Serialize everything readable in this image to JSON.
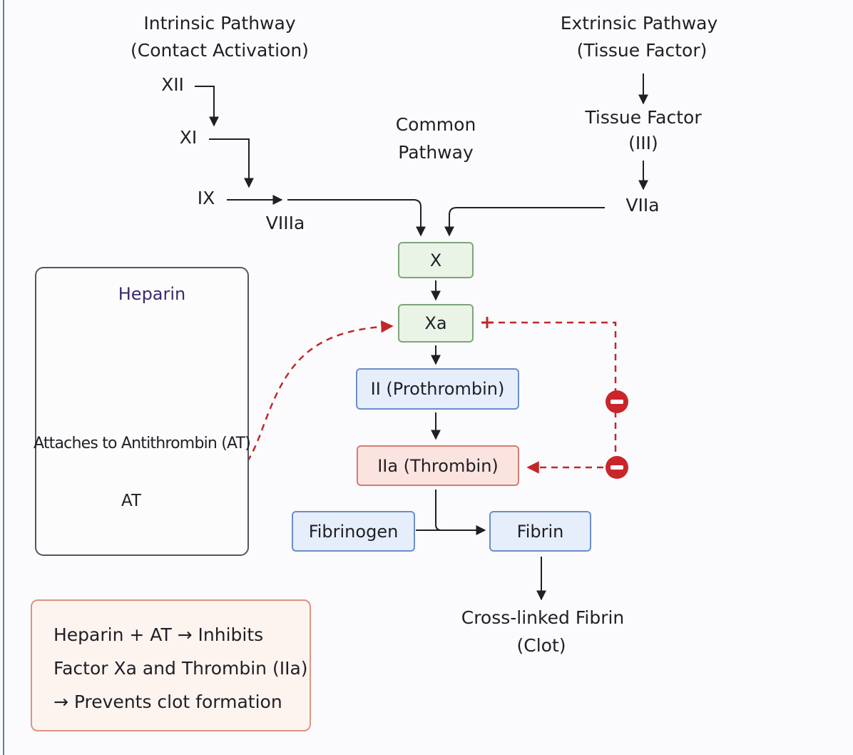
{
  "intrinsic": {
    "title": "Intrinsic Pathway",
    "subtitle": "(Contact Activation)",
    "factors": [
      "XII",
      "XI",
      "IX",
      "VIIIa"
    ]
  },
  "extrinsic": {
    "title": "Extrinsic Pathway",
    "subtitle": "(Tissue Factor)",
    "tissue_factor": "Tissue Factor",
    "tissue_factor_num": "(III)",
    "viia": "VIIa"
  },
  "common": {
    "line1": "Common",
    "line2": "Pathway"
  },
  "cascade": {
    "x": "X",
    "xa": "Xa",
    "prothrombin": "II (Prothrombin)",
    "thrombin": "IIa (Thrombin)",
    "fibrinogen": "Fibrinogen",
    "fibrin": "Fibrin",
    "clot_line1": "Cross-linked Fibrin",
    "clot_line2": "(Clot)"
  },
  "heparin_panel": {
    "title": "Heparin",
    "caption": "Attaches to Antithrombin (AT)",
    "at_label": "AT"
  },
  "summary": {
    "line1": "Heparin + AT → Inhibits",
    "line2": "Factor Xa and Thrombin (IIa)",
    "line3": "→ Prevents clot formation"
  },
  "colors": {
    "inhibit": "#c22727",
    "green_box": "#e9f3e6",
    "blue_box": "#e6eefb",
    "red_box": "#fbe4e0",
    "heparin_title": "#3b2a6e"
  }
}
